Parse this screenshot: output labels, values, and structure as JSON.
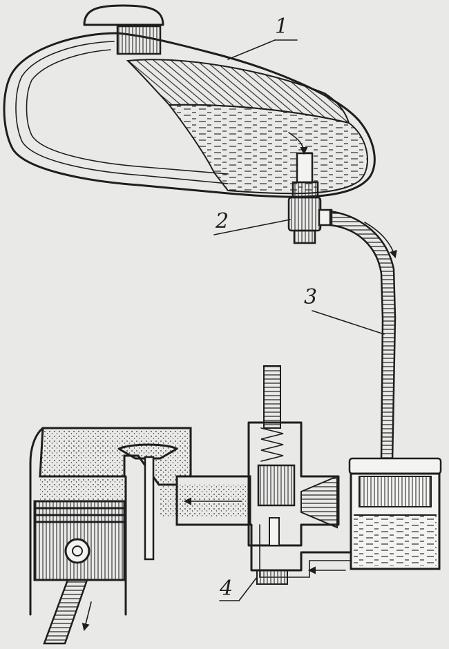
{
  "labels": {
    "tank": "1",
    "tap": "2",
    "fuel_line": "3",
    "carburetor": "4"
  },
  "colors": {
    "ink": "#1e1e1e",
    "paper": "#e9e9e7",
    "metal": "#f3f3f1"
  }
}
